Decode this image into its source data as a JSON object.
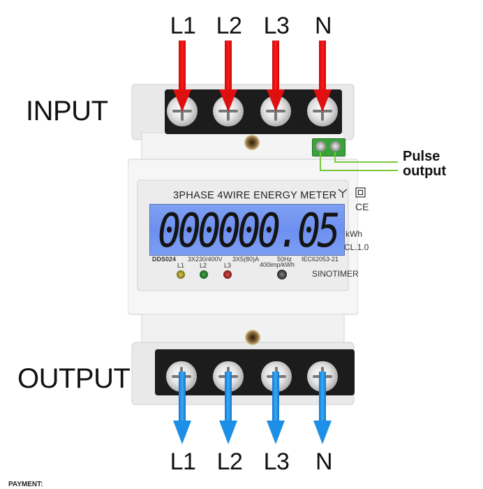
{
  "labels": {
    "input": "INPUT",
    "output": "OUTPUT",
    "pulse_line1": "Pulse",
    "pulse_line2": "output"
  },
  "terminals_top": [
    "L1",
    "L2",
    "L3",
    "N"
  ],
  "terminals_bottom": [
    "L1",
    "L2",
    "L3",
    "N"
  ],
  "meter": {
    "title": "3PHASE 4WIRE ENERGY METER",
    "reading": "00000005",
    "reading_display": "000000.05",
    "unit": "kWh",
    "class": "CL.1.0",
    "ce_mark": "CE",
    "model": "DDS024",
    "voltage": "3X230/400V",
    "current": "3X5(80)A",
    "frequency": "50Hz",
    "standard": "IEC62053-21",
    "impulse": "400imp/kWh",
    "brand": "SINOTIMER",
    "led_labels": [
      "L1",
      "L2",
      "L3"
    ]
  },
  "footer_text": "PAYMENT:",
  "colors": {
    "input_arrow": "#e01010",
    "output_arrow": "#1e8fe6",
    "lcd_background": "#7594f0",
    "pulse_wire": "#6ec12f",
    "terminal_block": "#1b1b1b"
  }
}
